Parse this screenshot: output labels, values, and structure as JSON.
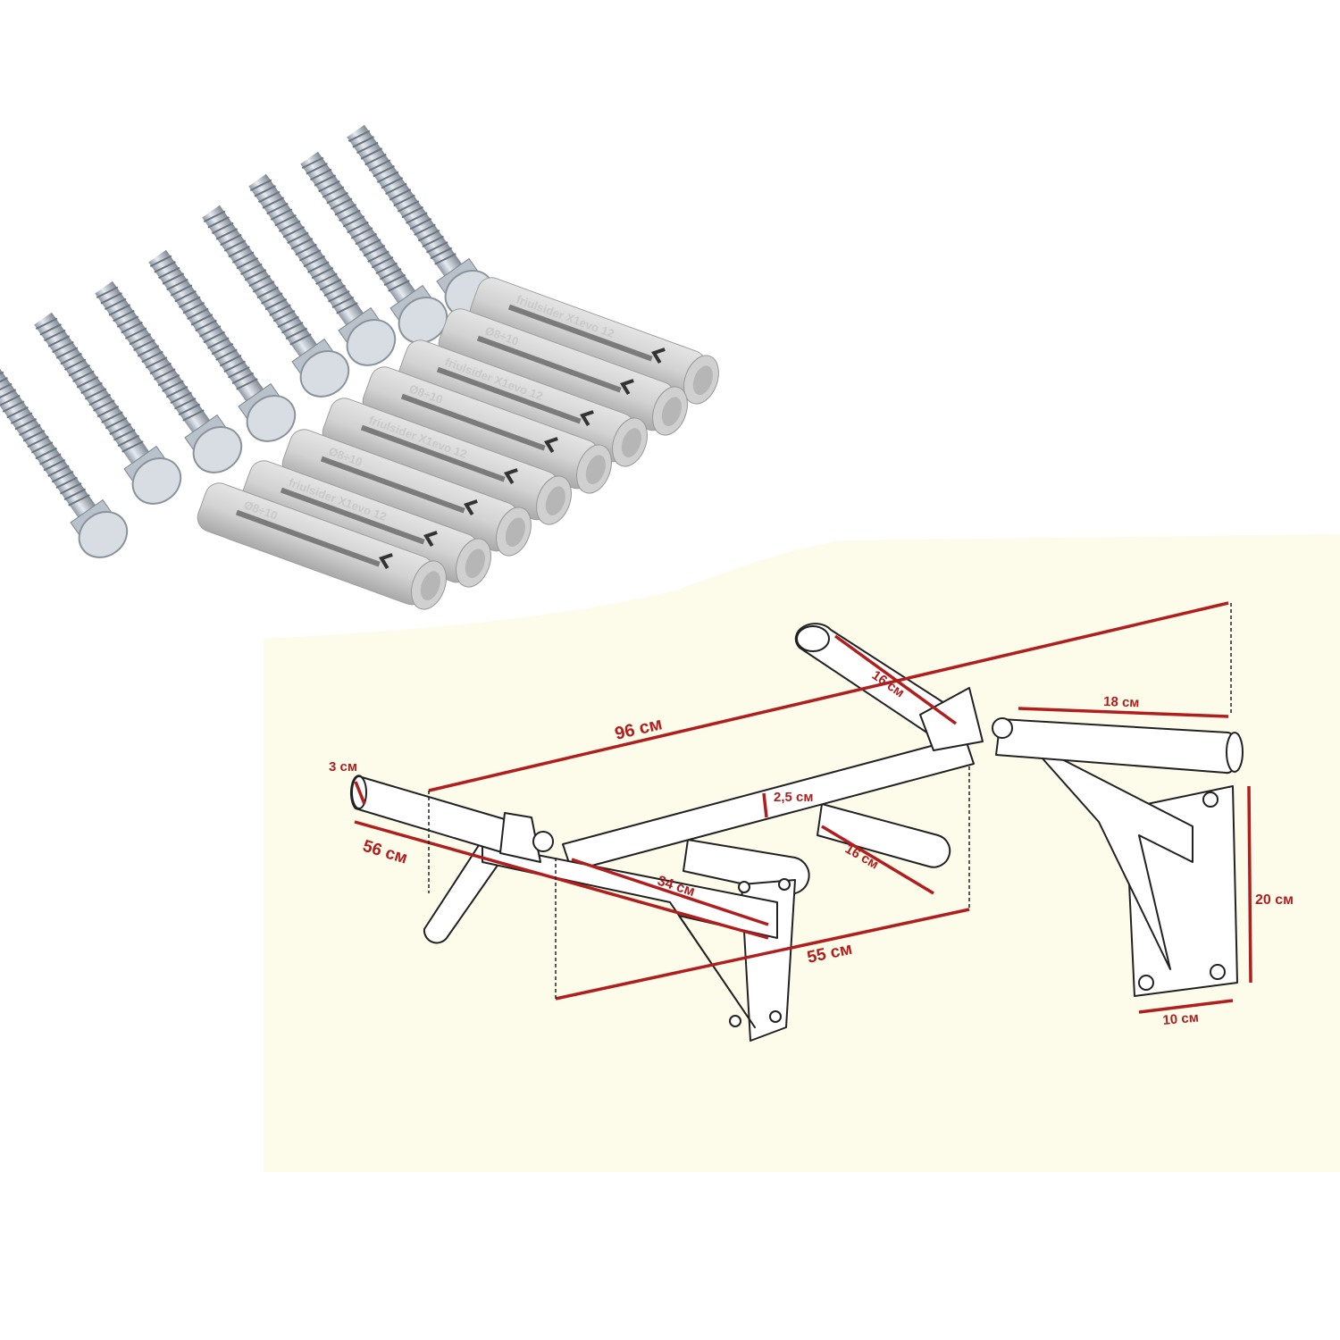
{
  "photo": {
    "screw_count": 8,
    "dowel_count": 8,
    "dowel_markings": {
      "brand_model": "friulsider X1evo 12",
      "diameter": "Ø8÷10"
    }
  },
  "diagram": {
    "colors": {
      "background": "#fdfbea",
      "dimension": "#b01e1e",
      "outline": "#222222"
    },
    "dimensions": {
      "overall_width": "96 см",
      "handle_top": "16 см",
      "handle_right": "18 см",
      "tube_diameter": "3 см",
      "depth": "56 см",
      "bar_thickness": "2,5 см",
      "arm": "34 см",
      "handle_lower": "16 см",
      "bracket_spacing": "55 см",
      "plate_height": "20 см",
      "plate_width": "10 см"
    }
  }
}
